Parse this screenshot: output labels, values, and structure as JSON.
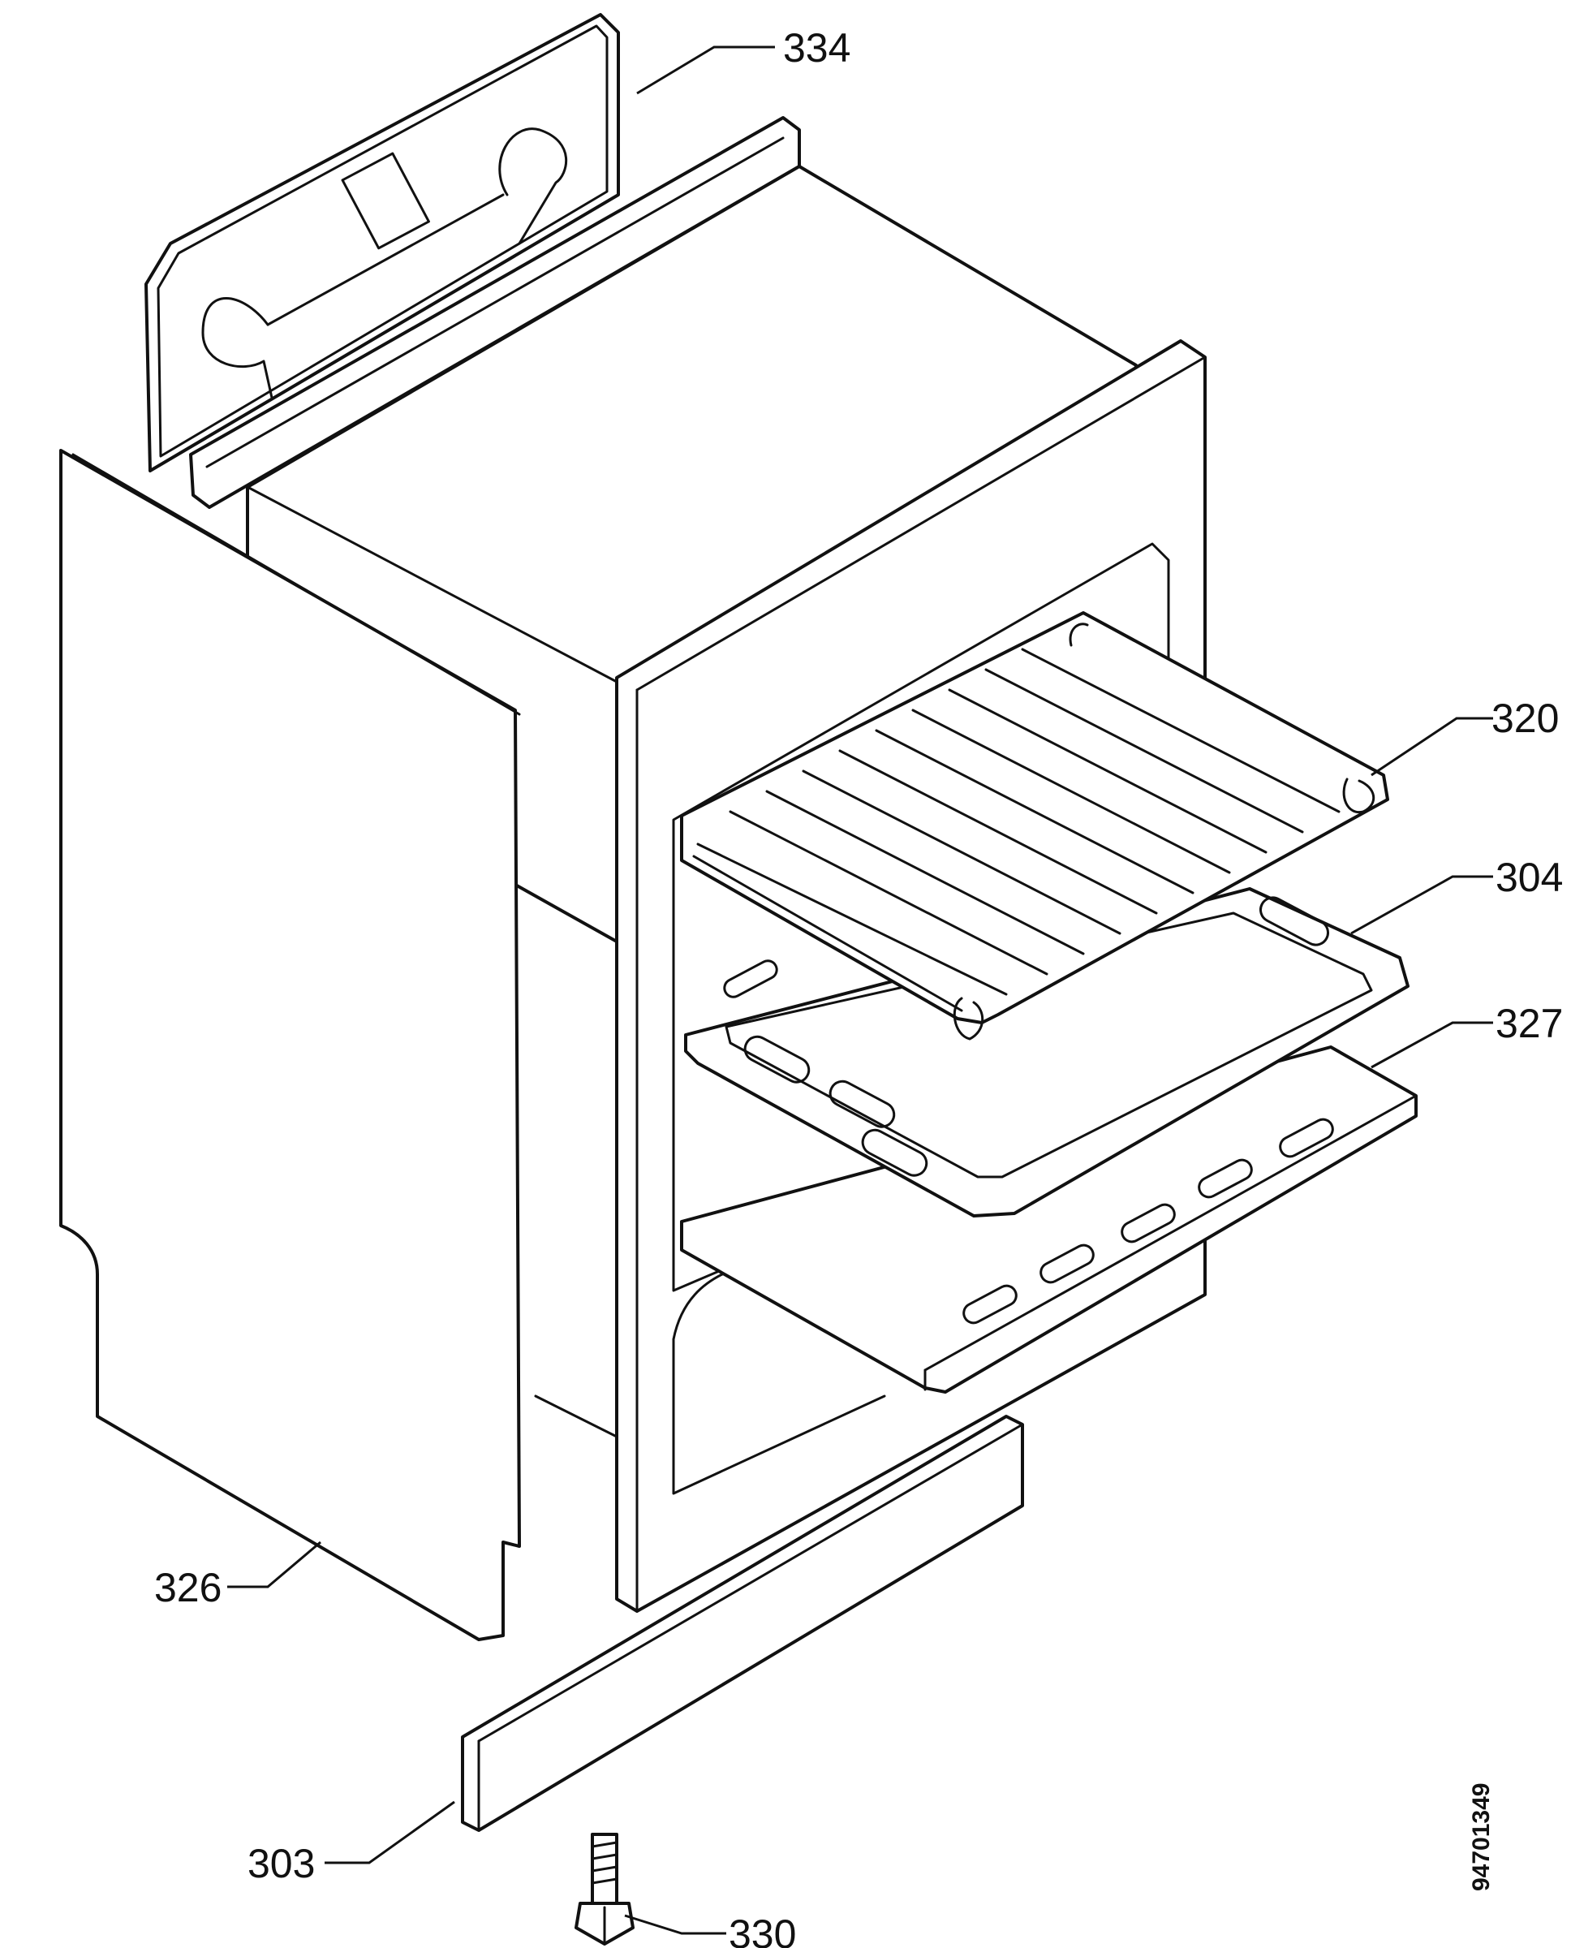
{
  "diagram": {
    "type": "exploded-parts-diagram",
    "document_number": "94701349",
    "parts": [
      {
        "id": "back_panel",
        "callout": "334"
      },
      {
        "id": "shelf_rack",
        "callout": "320"
      },
      {
        "id": "baking_tray",
        "callout": "304"
      },
      {
        "id": "bottom_plate",
        "callout": "327"
      },
      {
        "id": "side_panel",
        "callout": "326"
      },
      {
        "id": "plinth_strip",
        "callout": "303"
      },
      {
        "id": "screw",
        "callout": "330"
      }
    ],
    "colors": {
      "line": "#111111",
      "background": "#ffffff"
    }
  }
}
